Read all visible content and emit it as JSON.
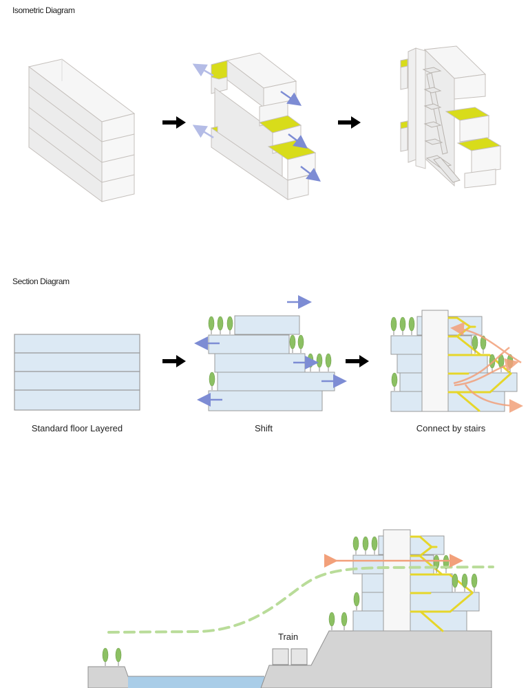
{
  "sections": {
    "isometric": {
      "title": "Isometric Diagram"
    },
    "section": {
      "title": "Section Diagram",
      "captions": [
        "Standard floor Layered",
        "Shift",
        "Connect by stairs"
      ]
    },
    "site": {
      "train_label": "Train"
    }
  },
  "colors": {
    "floor_fill": "#dce9f4",
    "floor_stroke": "#9a9a9a",
    "terrace_yellow": "#d8dc1a",
    "stair_yellow": "#e6d62a",
    "flow_arrow_blue": "#7d8cd4",
    "flow_arrow_orange": "#f2a07a",
    "tree_green": "#8cc063",
    "ground_gray": "#d4d4d4",
    "water_blue": "#a9cde8",
    "path_green": "#b9dc99",
    "transition_arrow": "#000000"
  }
}
